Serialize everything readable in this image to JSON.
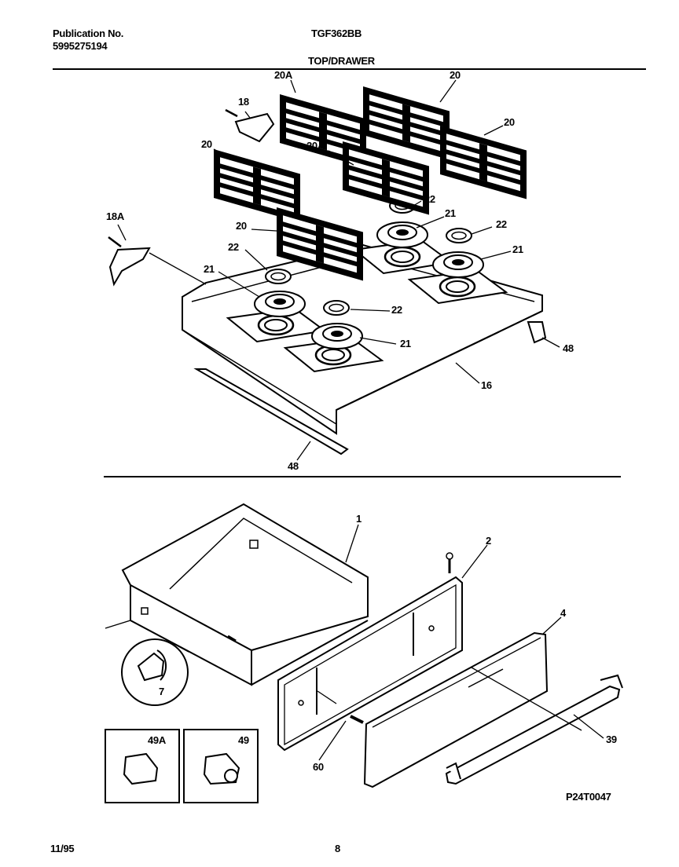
{
  "header": {
    "publication_label": "Publication No.",
    "publication_number": "5995275194",
    "model": "TGF362BB",
    "section_title": "TOP/DRAWER"
  },
  "callouts": {
    "c20A_top": "20A",
    "c20_top": "20",
    "c20_right": "20",
    "c18": "18",
    "c20_left": "20",
    "c20A_mid": "20A",
    "c22_a": "22",
    "c21_a": "21",
    "c22_b": "22",
    "c18A": "18A",
    "c20_front": "20",
    "c21_b": "21",
    "c22_c": "22",
    "c21_c": "21",
    "c22_d": "22",
    "c21_d": "21",
    "c48_right": "48",
    "c16": "16",
    "c48_bottom": "48",
    "c1": "1",
    "c2": "2",
    "c4": "4",
    "c7": "7",
    "c49A": "49A",
    "c49": "49",
    "c60": "60",
    "c39": "39"
  },
  "footer": {
    "date": "11/95",
    "page_number": "8",
    "diagram_code": "P24T0047"
  }
}
